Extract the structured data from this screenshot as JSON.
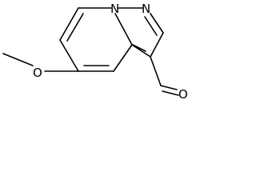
{
  "molecule": {
    "atoms": {
      "n1": "N",
      "n2": "N",
      "o_methoxy": "O",
      "o_aldehyde": "O"
    }
  }
}
